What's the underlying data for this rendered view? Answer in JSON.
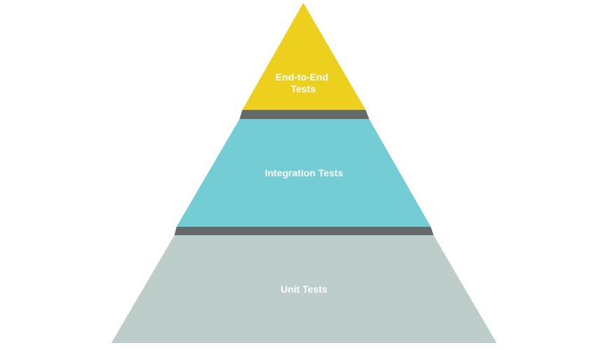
{
  "diagram": {
    "tiers": [
      {
        "id": "end-to-end",
        "label_lines": [
          "End-to-End",
          "Tests"
        ],
        "fill": "#EDCF1E"
      },
      {
        "id": "integration",
        "label_lines": [
          "Integration Tests"
        ],
        "fill": "#74CDD4"
      },
      {
        "id": "unit",
        "label_lines": [
          "Unit Tests"
        ],
        "fill": "#BCCDCA"
      }
    ],
    "connector_color": "#646A6A"
  }
}
